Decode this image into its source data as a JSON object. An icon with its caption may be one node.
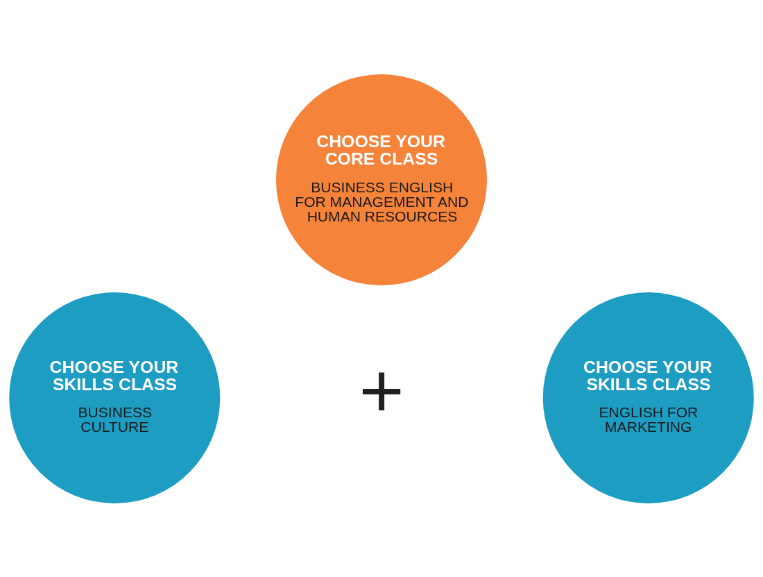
{
  "diagram": {
    "nodes": [
      {
        "text": [
          "CHOOSE YOUR CORE CLASS",
          "BUSINESS ENGLISH FOR MANAGEMENT AND HUMAN RESOURCES"
        ]
      },
      {
        "text": [
          "CHOOSE YOUR SKILLS CLASS",
          "BUSINESS CULTURE"
        ]
      },
      {
        "text": [
          "CHOOSE YOUR SKILLS CLASS",
          "ENGLISH FOR MARKETING"
        ]
      }
    ],
    "edges": [],
    "labels": [
      "+"
    ]
  }
}
